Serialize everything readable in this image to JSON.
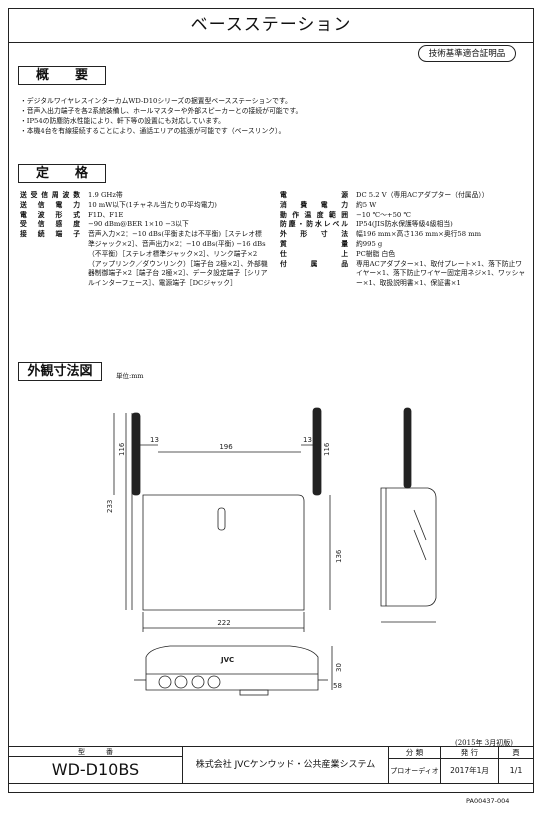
{
  "title": "ベースステーション",
  "cert_badge": "技術基準適合証明品",
  "overview": {
    "heading": "概　　要",
    "lines": [
      "・デジタルワイヤレスインターカムWD-D10シリーズの据置型ベースステーションです。",
      "・音声入出力端子を各2系統装備し、ホールマスターや外部スピーカーとの接続が可能です。",
      "・IP54の防塵防水性能により、軒下等の設置にも対応しています。",
      "・本機4台を有線接続することにより、通話エリアの拡張が可能です（ベースリンク）。"
    ]
  },
  "specs": {
    "heading": "定　　格",
    "left": [
      {
        "label": "送受信周波数",
        "value": "1.9 GHz帯"
      },
      {
        "label": "送信電力",
        "value": "10 mW以下(1チャネル当たりの平均電力)"
      },
      {
        "label": "電波形式",
        "value": "F1D、F1E"
      },
      {
        "label": "受信感度",
        "value": "−90 dBm@BER 1×10 −3以下"
      },
      {
        "label": "接続端子",
        "value": "音声入力×2：−10 dBs(平衡または不平衡)［ステレオ標準ジャック×2］、音声出力×2：−10 dBs(平衡) −16 dBs（不平衡）［ステレオ標準ジャック×2］、リンク端子×2（アップリンク／ダウンリンク）［端子台 2極×2］、外部機器制御端子×2［端子台 2極×2］、データ設定端子［シリアルインターフェース］、電源端子［DCジャック］"
      }
    ],
    "right": [
      {
        "label": "電源",
        "value": "DC 5.2 V（専用ACアダプター（付属品））"
      },
      {
        "label": "消費電力",
        "value": "約5 W"
      },
      {
        "label": "動作温度範囲",
        "value": "−10 ℃〜+50 ℃"
      },
      {
        "label": "防塵・防水レベル",
        "value": "IP54(JIS防水保護等級4級相当)"
      },
      {
        "label": "外形寸法",
        "value": "幅196 mm×高さ136 mm×奥行58 mm"
      },
      {
        "label": "質量",
        "value": "約995 g"
      },
      {
        "label": "仕上",
        "value": "PC樹脂 白色"
      },
      {
        "label": "付属品",
        "value": "専用ACアダプター×1、取付プレート×1、落下防止ワイヤー×1、落下防止ワイヤー固定用ネジ×1、ワッシャー×1、取扱説明書×1、保証書×1"
      }
    ]
  },
  "dimensions": {
    "heading": "外観寸法図",
    "unit": "単位:mm",
    "labels": {
      "d13a": "13",
      "d13b": "13",
      "d196": "196",
      "d116a": "116",
      "d116b": "116",
      "d233": "233",
      "d136": "136",
      "d222": "222",
      "d30": "30",
      "d58": "58",
      "brand": "JVC"
    }
  },
  "edition": "(2015年 3月初版)",
  "footer": {
    "model_label": "型　　　番",
    "model": "WD-D10BS",
    "company": "株式会社 JVCケンウッド・公共産業システム",
    "cat_label": "分 類",
    "category": "プロオーディオ",
    "date_label": "発 行",
    "date": "2017年1月",
    "page_label": "頁",
    "page": "1/1"
  },
  "doc_number": "PA00437-004"
}
